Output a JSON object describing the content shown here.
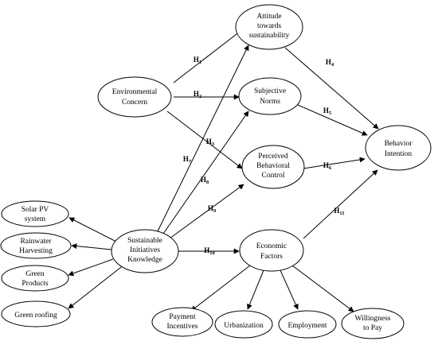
{
  "nodes": {
    "attitude": {
      "lines": [
        "Attitude",
        "towards",
        "sustainability"
      ]
    },
    "environmental_concern": {
      "lines": [
        "Environmental",
        "Concern"
      ]
    },
    "subjective_norms": {
      "lines": [
        "Subjective",
        "Norms"
      ]
    },
    "perceived_behavioral_control": {
      "lines": [
        "Perceived",
        "Behavioral",
        "Control"
      ]
    },
    "behavior_intention": {
      "lines": [
        "Behavior",
        "Intention"
      ]
    },
    "solar_pv": {
      "lines": [
        "Solar PV",
        "system"
      ]
    },
    "rainwater": {
      "lines": [
        "Rainwater",
        "Harvesting"
      ]
    },
    "green_products": {
      "lines": [
        "Green",
        "Products"
      ]
    },
    "green_roofing": {
      "lines": [
        "Green roofing"
      ]
    },
    "sik": {
      "lines": [
        "Sustainable",
        "Initiatives",
        "Knowledge"
      ]
    },
    "economic_factors": {
      "lines": [
        "Economic",
        "Factors"
      ]
    },
    "payment_incentives": {
      "lines": [
        "Payment",
        "Incentives"
      ]
    },
    "urbanization": {
      "lines": [
        "Urbanization"
      ]
    },
    "employment": {
      "lines": [
        "Employment"
      ]
    },
    "willingness_to_pay": {
      "lines": [
        "Willingness",
        "to Pay"
      ]
    }
  },
  "hypotheses": {
    "h1": {
      "letter": "H",
      "num": "1"
    },
    "h2": {
      "letter": "H",
      "num": "2"
    },
    "h3": {
      "letter": "H",
      "num": "3"
    },
    "h4": {
      "letter": "H",
      "num": "4"
    },
    "h5": {
      "letter": "H",
      "num": "5"
    },
    "h6": {
      "letter": "H",
      "num": "6"
    },
    "h7": {
      "letter": "H",
      "num": "7"
    },
    "h8": {
      "letter": "H",
      "num": "8"
    },
    "h9": {
      "letter": "H",
      "num": "9"
    },
    "h10": {
      "letter": "H",
      "num": "10"
    },
    "h11": {
      "letter": "H",
      "num": "11"
    }
  }
}
